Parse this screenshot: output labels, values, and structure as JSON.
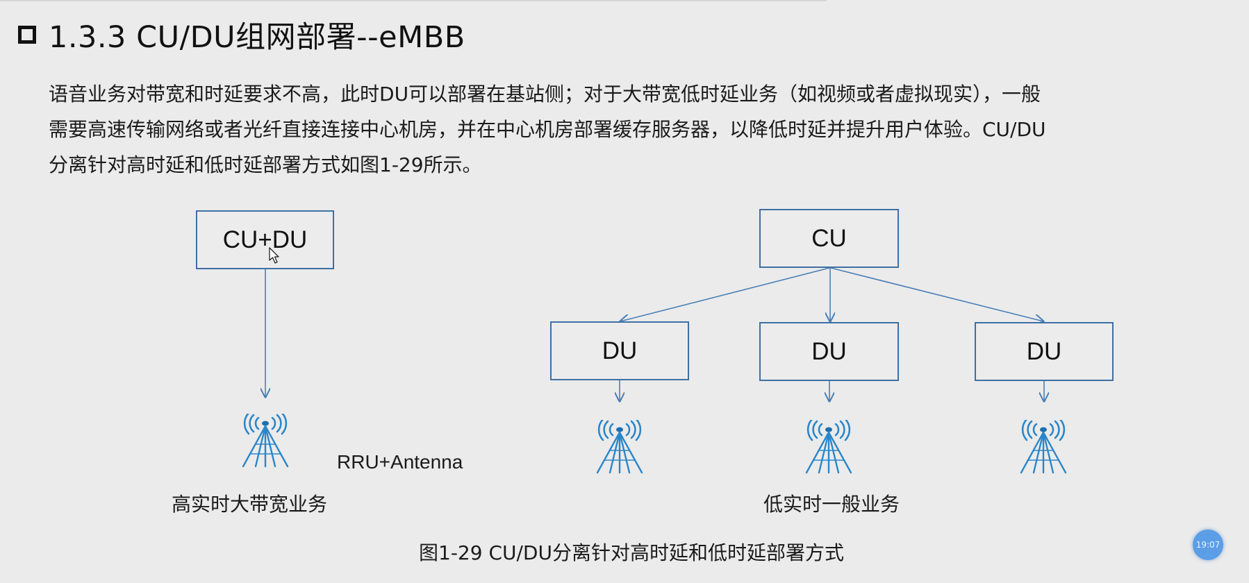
{
  "title": {
    "text": "1.3.3  CU/DU组网部署--eMBB"
  },
  "paragraph": {
    "line1": "语音业务对带宽和时延要求不高，此时DU可以部署在基站侧；对于大带宽低时延业务（如视频或者虚拟现实），一般",
    "line2": "需要高速传输网络或者光纤直接连接中心机房，并在中心机房部署缓存服务器，以降低时延并提升用户体验。CU/DU",
    "line3": "分离针对高时延和低时延部署方式如图1-29所示。"
  },
  "diagram": {
    "left_node": "CU+DU",
    "cu_node": "CU",
    "du_nodes": [
      "DU",
      "DU",
      "DU"
    ],
    "rru_label": "RRU+Antenna",
    "left_caption": "高实时大带宽业务",
    "right_caption": "低实时一般业务",
    "figure_caption": "图1-29 CU/DU分离针对高时延和低时延部署方式",
    "line_color": "#4a7eb5",
    "tower_color": "#2a86c9"
  },
  "timer": "19:07"
}
